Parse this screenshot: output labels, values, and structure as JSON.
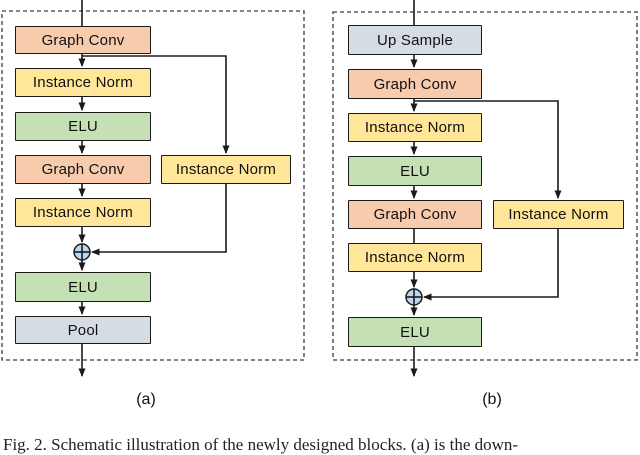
{
  "figure": {
    "panel_a": {
      "label": "(a)",
      "blocks": {
        "graph_conv_1": "Graph Conv",
        "instance_norm_1": "Instance Norm",
        "elu_1": "ELU",
        "graph_conv_2": "Graph Conv",
        "instance_norm_2": "Instance Norm",
        "skip_instance_norm": "Instance Norm",
        "sum_symbol": "⊕",
        "elu_2": "ELU",
        "pool": "Pool"
      }
    },
    "panel_b": {
      "label": "(b)",
      "blocks": {
        "up_sample": "Up Sample",
        "graph_conv_1": "Graph Conv",
        "instance_norm_1": "Instance Norm",
        "elu_1": "ELU",
        "graph_conv_2": "Graph Conv",
        "instance_norm_2": "Instance Norm",
        "skip_instance_norm": "Instance Norm",
        "sum_symbol": "⊕",
        "elu_2": "ELU"
      }
    },
    "caption": "Fig. 2.  Schematic illustration of the newly designed blocks. (a) is the down-"
  },
  "colors": {
    "conv": "#F8CBAD",
    "norm": "#FFE699",
    "activation": "#C5E0B4",
    "resample": "#D6DCE4",
    "sum_fill": "#BDD7EE",
    "line": "#1A1A1A"
  }
}
